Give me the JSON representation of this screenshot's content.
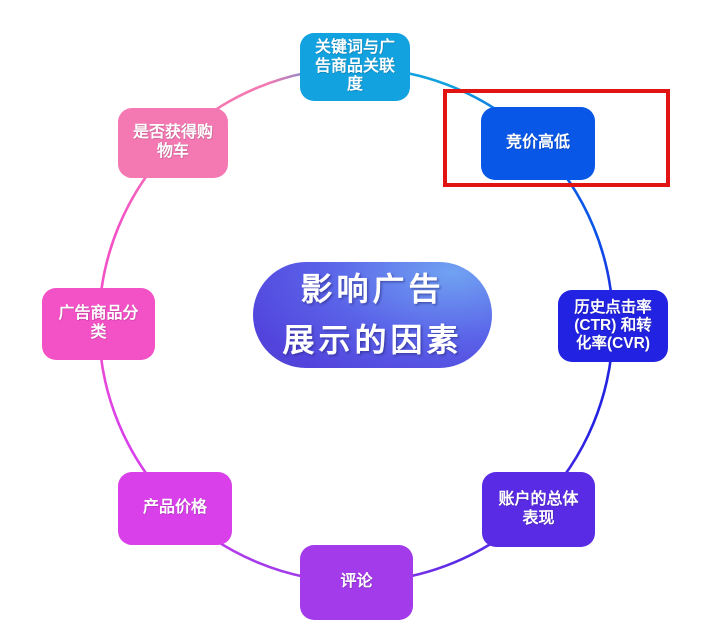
{
  "diagram": {
    "center": {
      "label": "影响广告\n展示的因素",
      "background": "radial-gradient(135% 160% at 83% 10%, #70a2f2 0%, #5a62e8 40%, #5243dc 70%, #4a4ab8 100%)"
    },
    "nodes": [
      {
        "id": "keyword-relevance",
        "label": "关键词与广\n告商品关联\n度",
        "color": "#12a2df"
      },
      {
        "id": "bid-level",
        "label": "竞价高低",
        "color": "#0857e6",
        "highlighted": true
      },
      {
        "id": "ctr-cvr",
        "label": "历史点击率\n(CTR) 和转\n化率(CVR)",
        "color": "#2222e2"
      },
      {
        "id": "account-performance",
        "label": "账户的总体\n表现",
        "color": "#5a2be4"
      },
      {
        "id": "reviews",
        "label": "评论",
        "color": "#a43bea"
      },
      {
        "id": "product-price",
        "label": "产品价格",
        "color": "#d940ea"
      },
      {
        "id": "product-category",
        "label": "广告商品分\n类",
        "color": "#f351c6"
      },
      {
        "id": "buy-box",
        "label": "是否获得购\n物车",
        "color": "#f478b2"
      }
    ],
    "highlight": {
      "color": "#e21313"
    }
  }
}
